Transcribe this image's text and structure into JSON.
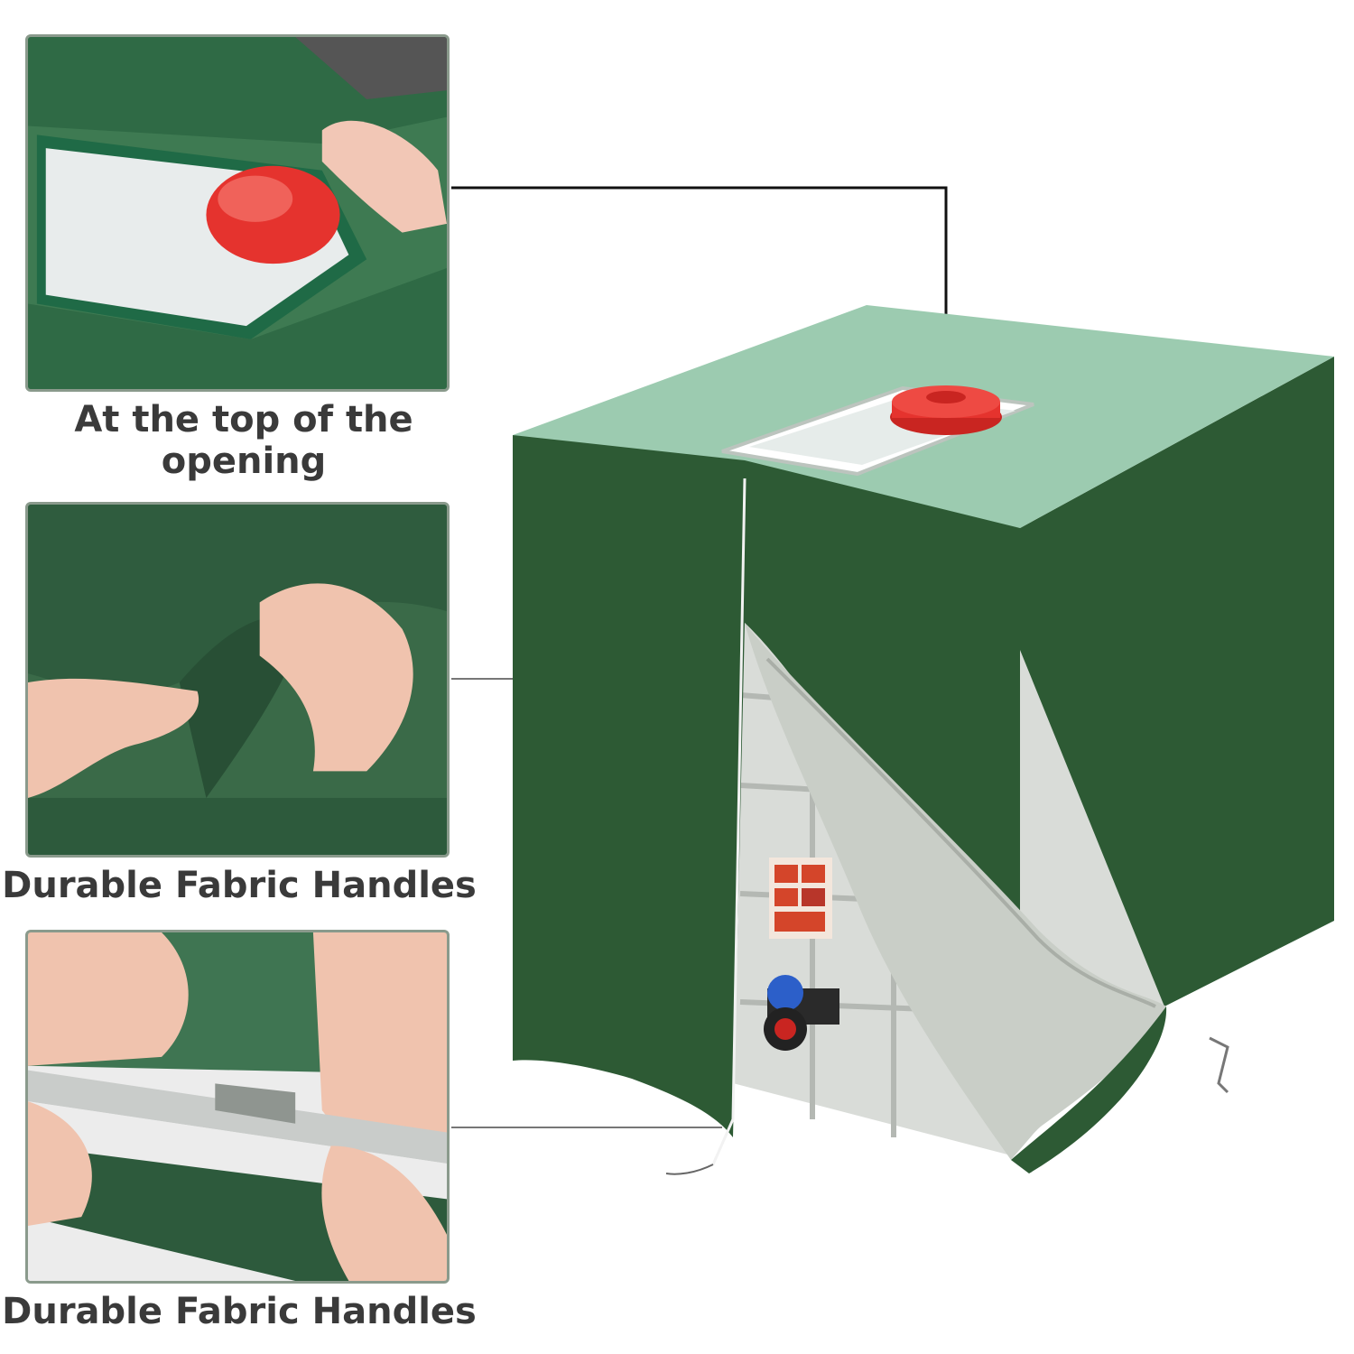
{
  "captions": {
    "top_opening": "At the top of the opening",
    "handles_1": "Durable Fabric Handles",
    "handles_2": "Durable Fabric Handles"
  },
  "colors": {
    "cover_green": "#2d5a34",
    "cover_top": "#9ccbb0",
    "lining_silver": "#c9cec7",
    "cap_red": "#e5332e",
    "caption_text": "#3a3a3a"
  },
  "icons": [
    "ibc-tank-cover",
    "red-filler-cap",
    "zipper",
    "hand"
  ]
}
